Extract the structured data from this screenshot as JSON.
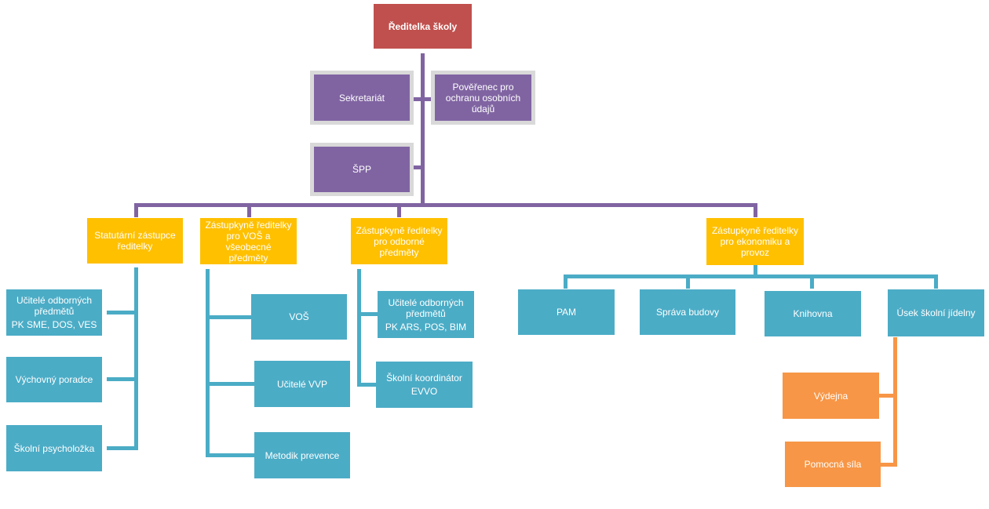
{
  "director": {
    "label": "Ředitelka školy"
  },
  "staff": {
    "secretariat": "Sekretariát",
    "dpo": "Pověřenec pro ochranu osobních údajů",
    "spp": "ŠPP"
  },
  "deputies": [
    {
      "label": "Statutární zástupce ředitelky"
    },
    {
      "label": "Zástupkyně ředitelky pro VOŠ a všeobecné předměty"
    },
    {
      "label": "Zástupkyně ředitelky pro odborné předměty"
    },
    {
      "label": "Zástupkyně ředitelky pro ekonomiku a provoz"
    }
  ],
  "statutory_units": [
    {
      "label": "Učitelé odborných předmětů",
      "sub": "PK SME, DOS, VES"
    },
    {
      "label": "Výchovný poradce"
    },
    {
      "label": "Školní psycholožka"
    }
  ],
  "vos_units": [
    {
      "label": "VOŠ"
    },
    {
      "label": "Učitelé VVP"
    },
    {
      "label": "Metodik prevence"
    }
  ],
  "professional_units": [
    {
      "label": "Učitelé odborných předmětů",
      "sub": "PK ARS, POS, BIM"
    },
    {
      "label": "Školní koordinátor",
      "sub": "EVVO"
    }
  ],
  "economic_units": [
    {
      "label": "PAM"
    },
    {
      "label": "Správa budovy"
    },
    {
      "label": "Knihovna"
    },
    {
      "label": "Úsek školní jídelny"
    }
  ],
  "canteen_units": [
    {
      "label": "Výdejna"
    },
    {
      "label": "Pomocná síla"
    }
  ],
  "colors": {
    "director": "#c0504d",
    "staff": "#8064a2",
    "deputy": "#ffc000",
    "unit": "#4bacc6",
    "canteen": "#f79646"
  }
}
